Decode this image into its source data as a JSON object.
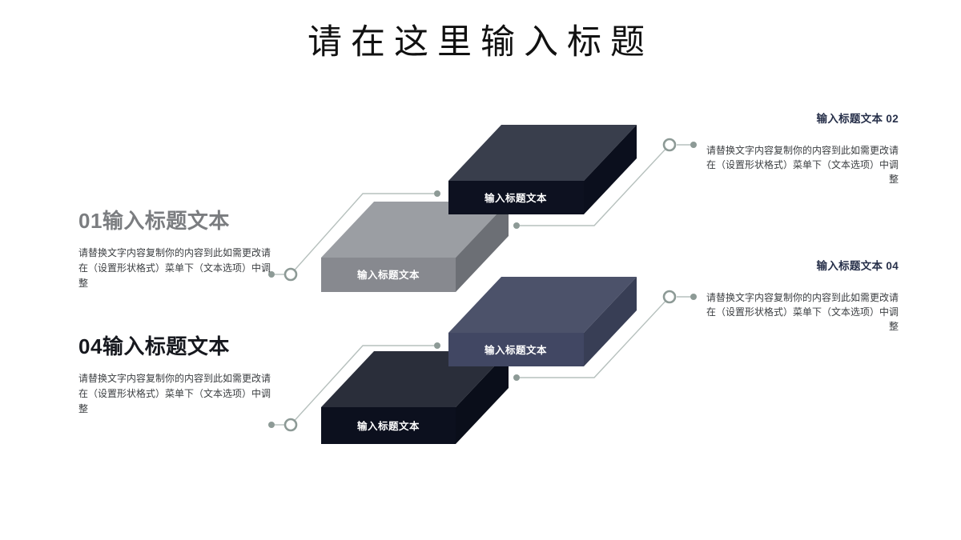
{
  "title": "请在这里输入标题",
  "left_blocks": [
    {
      "id": "01",
      "heading": "01输入标题文本",
      "body": "请替换文字内容复制你的内容到此如需更改请在（设置形状格式）菜单下（文本选项）中调整"
    },
    {
      "id": "04",
      "heading": "04输入标题文本",
      "body": "请替换文字内容复制你的内容到此如需更改请在（设置形状格式）菜单下（文本选项）中调整"
    }
  ],
  "right_blocks": [
    {
      "id": "02",
      "heading": "输入标题文本 02",
      "body": "请替换文字内容复制你的内容到此如需更改请在（设置形状格式）菜单下（文本选项）中调整"
    },
    {
      "id": "04",
      "heading": "输入标题文本 04",
      "body": "请替换文字内容复制你的内容到此如需更改请在（设置形状格式）菜单下（文本选项）中调整"
    }
  ],
  "boxes": {
    "gray": {
      "label": "输入标题文本",
      "top_color": "#9b9ea3",
      "front_color": "#87898f",
      "side_color": "#6c6f75"
    },
    "dark_top": {
      "label": "输入标题文本",
      "top_color": "#393e4c",
      "front_color": "#0d1120",
      "side_color": "#0b0f1d"
    },
    "dark_bottom": {
      "label": "输入标题文本",
      "top_color": "#2a2e3a",
      "front_color": "#0c101e",
      "side_color": "#0a0e1a"
    },
    "blue": {
      "label": "输入标题文本",
      "top_color": "#4c526a",
      "front_color": "#414763",
      "side_color": "#383e55"
    }
  },
  "connector_colors": {
    "line": "#b6c0bd",
    "dot": "#8d9a96"
  }
}
